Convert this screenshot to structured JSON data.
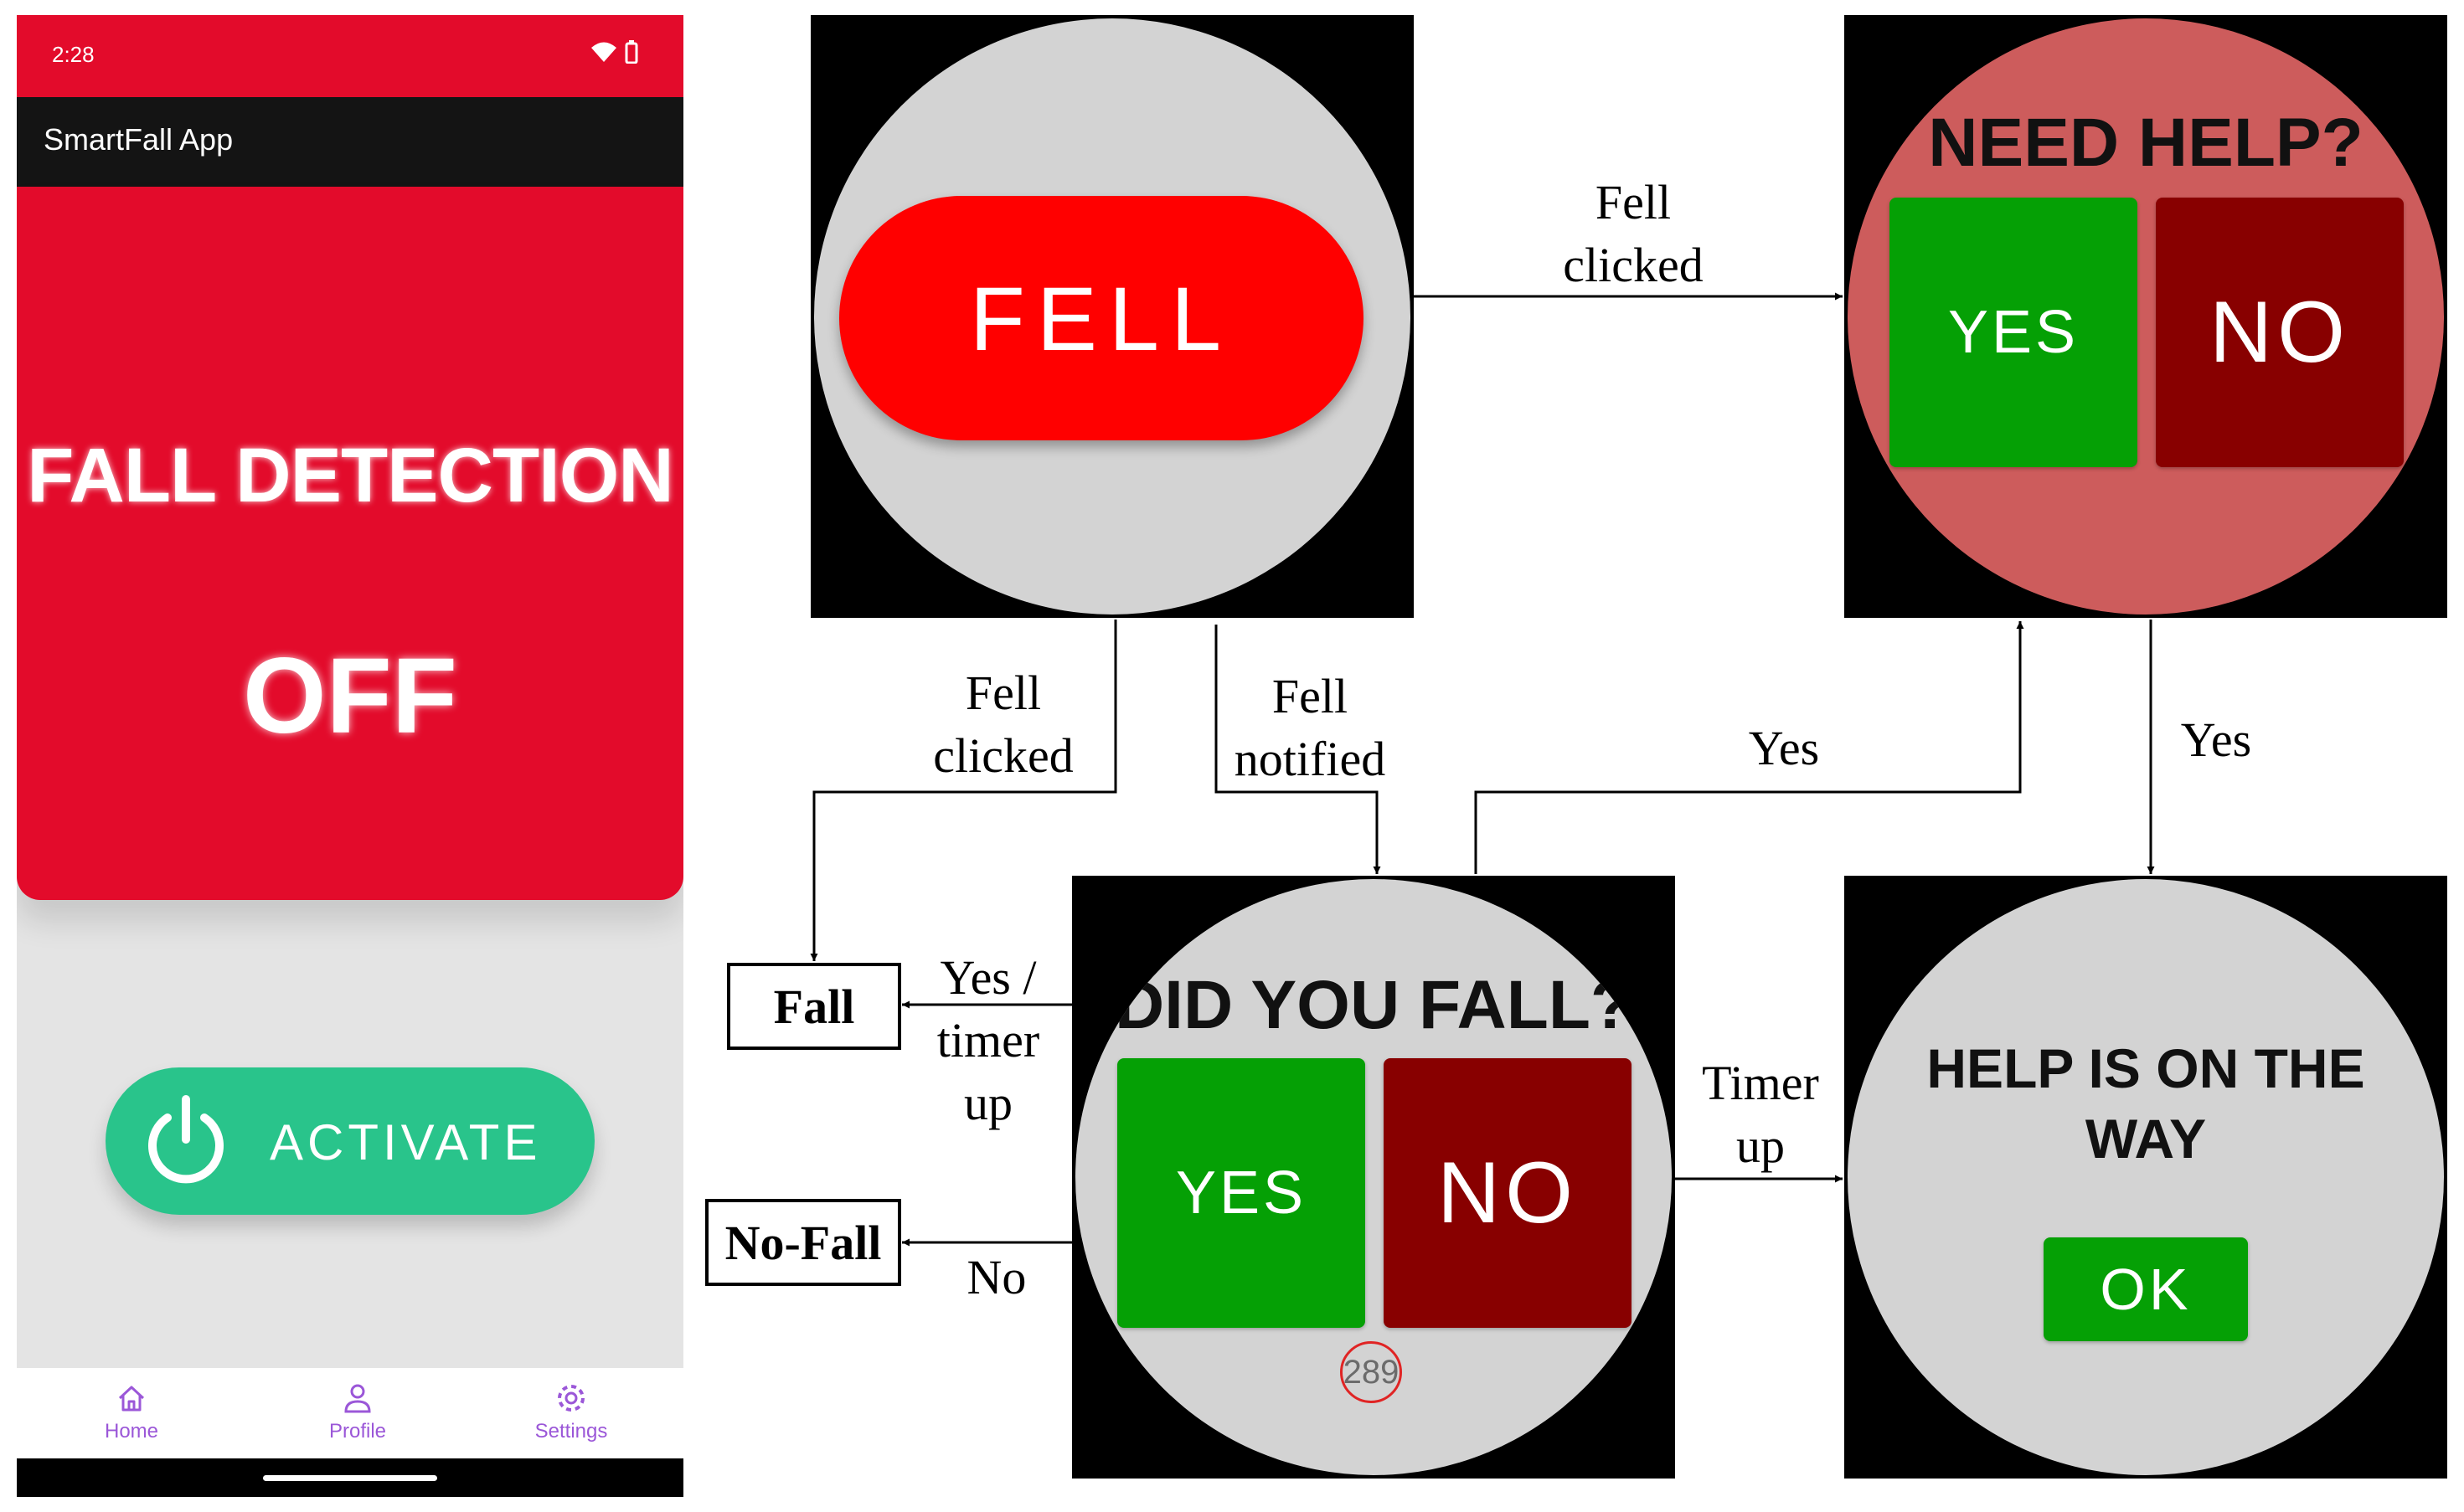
{
  "phone": {
    "status_time": "2:28",
    "app_title": "SmartFall App",
    "hero_title": "FALL DETECTION",
    "hero_state": "OFF",
    "activate_label": "ACTIVATE",
    "nav": [
      {
        "label": "Home",
        "icon": "home-icon"
      },
      {
        "label": "Profile",
        "icon": "person-icon"
      },
      {
        "label": "Settings",
        "icon": "gear-icon"
      }
    ]
  },
  "watch_fell": {
    "button_label": "FELL"
  },
  "watch_need_help": {
    "heading": "NEED HELP?",
    "yes_label": "YES",
    "no_label": "NO"
  },
  "watch_did_you_fall": {
    "heading": "DID YOU FALL?",
    "yes_label": "YES",
    "no_label": "NO",
    "timer": "289"
  },
  "watch_help": {
    "heading_line1": "HELP IS ON THE",
    "heading_line2": "WAY",
    "ok_label": "OK"
  },
  "flow": {
    "fell_clicked_top_1": "Fell",
    "fell_clicked_top_2": "clicked",
    "fell_clicked_left_1": "Fell",
    "fell_clicked_left_2": "clicked",
    "fell_notified_1": "Fell",
    "fell_notified_2": "notified",
    "yes_mid": "Yes",
    "yes_right": "Yes",
    "yes_timer_1": "Yes /",
    "yes_timer_2": "timer",
    "yes_timer_3": "up",
    "no_label": "No",
    "timer_up_1": "Timer",
    "timer_up_2": "up",
    "fall_box": "Fall",
    "nofall_box": "No-Fall"
  },
  "colors": {
    "red": "#e30b2b",
    "fell_red": "#ff0000",
    "green": "#05a005",
    "maroon": "#880000",
    "activate_green": "#29c48b",
    "nav_purple": "#9b57d8",
    "need_help_face": "#cd5c5c",
    "watch_face": "#d3d3d3"
  }
}
